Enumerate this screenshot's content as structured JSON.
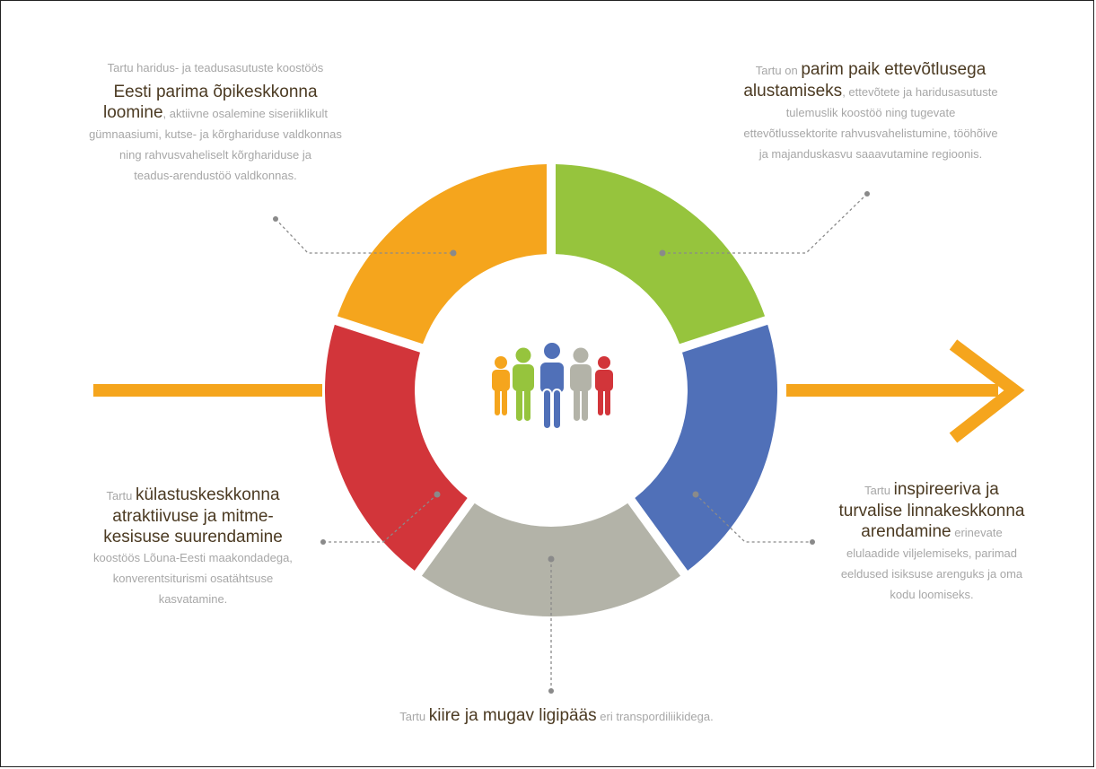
{
  "segments": {
    "colors": {
      "green": "#96c43d",
      "blue": "#5070b8",
      "gray": "#b3b3a8",
      "red": "#d2353a",
      "orange": "#f5a51d"
    },
    "arrow_color": "#f5a51d",
    "center_icon": "people-group-icon"
  },
  "top_left": {
    "pre": "Tartu haridus- ja teadusasutuste koostöös",
    "hl1": "Eesti parima õpikeskkonna",
    "hl2": "loomine",
    "rest1": ", aktiivne osalemine siseriiklikult",
    "rest2": "gümnaasiumi, kutse- ja kõrghariduse valdkonnas",
    "rest3": "ning rahvusvaheliselt kõrghariduse ja",
    "rest4": "teadus-arendustöö valdkonnas."
  },
  "top_right": {
    "pre": "Tartu on ",
    "hl1": "parim paik ettevõtlusega",
    "hl2": "alustamiseks",
    "rest1": ", ettevõtete ja haridusasutuste",
    "rest2": "tulemuslik koostöö ning tugevate",
    "rest3": "ettevõtlussektorite rahvusvahelistumine, tööhõive",
    "rest4": "ja majanduskasvu saaavutamine regioonis."
  },
  "left": {
    "pre": "Tartu ",
    "hl1": "külastuskeskkonna",
    "hl2": "atraktiivuse ja mitme-",
    "hl3": "kesisuse suurendamine",
    "rest1": "koostöös Lõuna-Eesti maakondadega,",
    "rest2": "konverentsiturismi osatähtsuse",
    "rest3": "kasvatamine."
  },
  "right": {
    "pre": "Tartu ",
    "hl1": "inspireeriva ja",
    "hl2": "turvalise linnakeskkonna",
    "hl3": "arendamine",
    "rest0": " erinevate",
    "rest1": "elulaadide viljelemiseks, parimad",
    "rest2": "eeldused isiksuse arenguks ja oma",
    "rest3": "kodu loomiseks."
  },
  "bottom": {
    "pre": "Tartu ",
    "hl": "kiire ja mugav ligipääs",
    "rest": " eri transpordiliikidega."
  }
}
